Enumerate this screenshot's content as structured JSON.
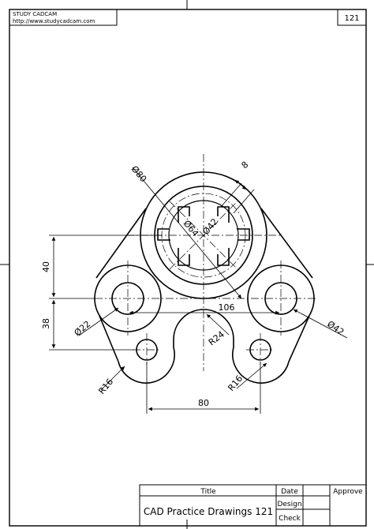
{
  "header": {
    "brand": "STUDY CADCAM",
    "url": "http://www.studycadcam.com",
    "sheet_number": "121"
  },
  "dimensions": {
    "d80": "Ø80",
    "d64": "Ø64",
    "d42_center": "Ø42",
    "width_8": "8",
    "height_40": "40",
    "height_38": "38",
    "span_106": "106",
    "d22": "Ø22",
    "d42_right": "Ø42",
    "r24": "R24",
    "r16_left": "R16",
    "r16_right": "R16",
    "span_80": "80"
  },
  "title_block": {
    "title_label": "Title",
    "title_value": "CAD Practice Drawings 121",
    "date_label": "Date",
    "design_label": "Design",
    "check_label": "Check",
    "approve_label": "Approve"
  }
}
